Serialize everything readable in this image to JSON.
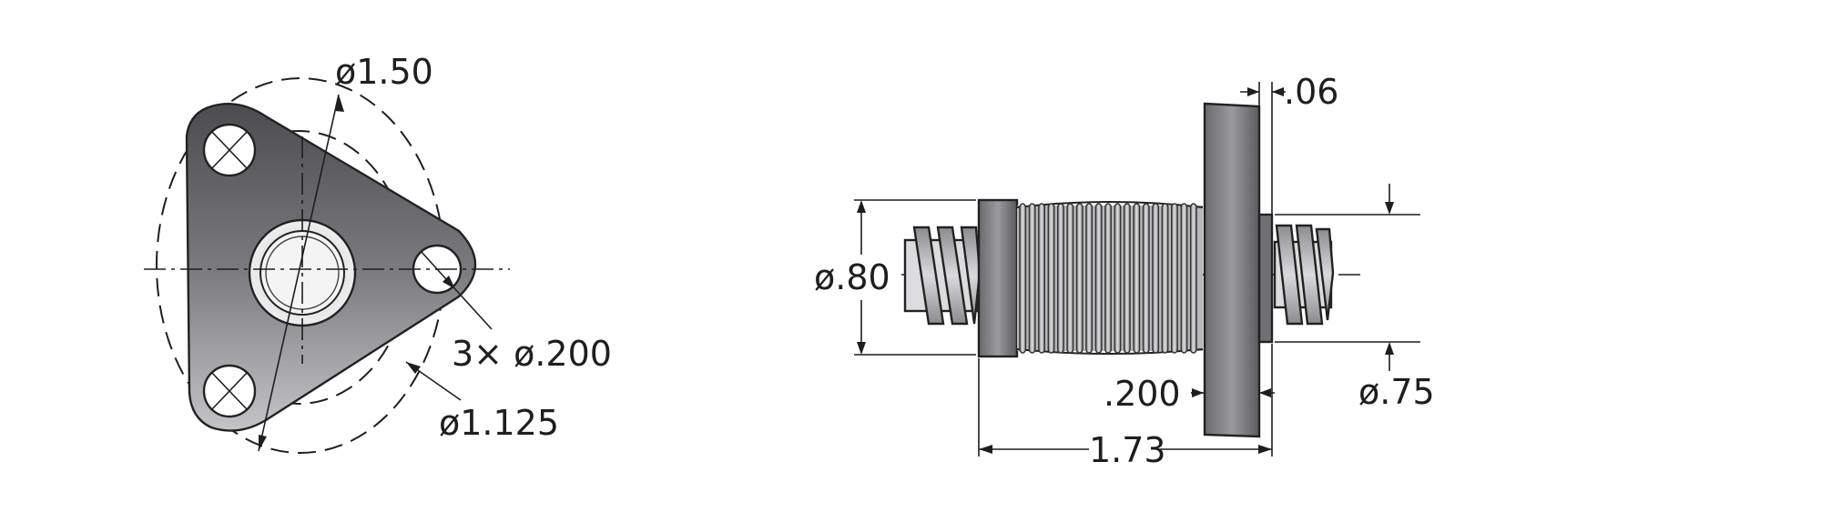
{
  "front_view": {
    "bolt_circle_diameter": "ø1.50",
    "hole_callout": "3× ø.200",
    "body_diameter": "ø1.125"
  },
  "side_view": {
    "flange_thickness": ".06",
    "spring_diameter": "ø.80",
    "retainer_width": ".200",
    "shaft_diameter": "ø.75",
    "overall_length": "1.73"
  },
  "colors": {
    "metal_dark": "#6e6e70",
    "metal_light": "#bdbdbf",
    "line": "#1e1e1e"
  }
}
